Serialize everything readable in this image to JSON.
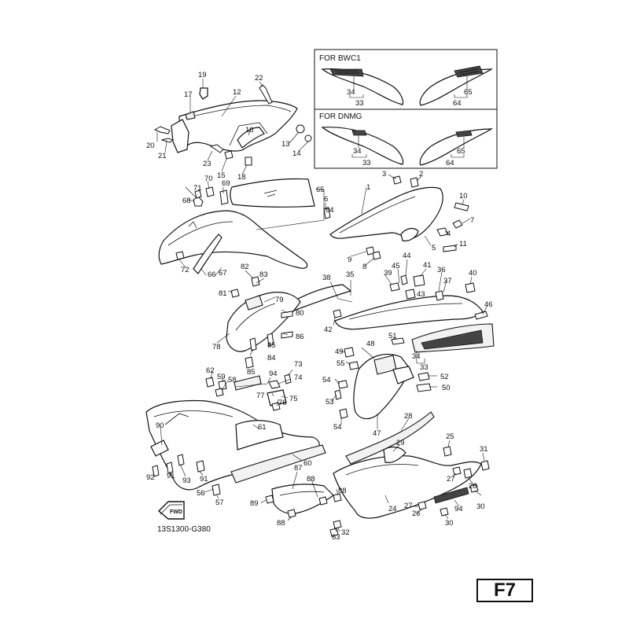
{
  "diagram": {
    "drawing_code": "13S1300-G380",
    "page_id": "F7",
    "fwd_label": "FWD",
    "insets": [
      {
        "title": "FOR BWC1",
        "left_labels": [
          "34",
          "33"
        ],
        "right_labels": [
          "65",
          "64"
        ]
      },
      {
        "title": "FOR DNMG",
        "left_labels": [
          "34",
          "33"
        ],
        "right_labels": [
          "65",
          "64"
        ]
      }
    ],
    "part_numbers": [
      "1",
      "2",
      "3",
      "4",
      "5",
      "6",
      "7",
      "8",
      "9",
      "10",
      "11",
      "12",
      "13",
      "14",
      "15",
      "16",
      "17",
      "18",
      "19",
      "20",
      "21",
      "22",
      "23",
      "24",
      "25",
      "26",
      "27",
      "28",
      "29",
      "30",
      "31",
      "32",
      "33",
      "34",
      "35",
      "36",
      "37",
      "38",
      "39",
      "40",
      "41",
      "42",
      "43",
      "44",
      "45",
      "46",
      "47",
      "48",
      "49",
      "50",
      "51",
      "52",
      "53",
      "54",
      "55",
      "56",
      "57",
      "58",
      "59",
      "60",
      "61",
      "62",
      "63",
      "64",
      "65",
      "66",
      "67",
      "68",
      "69",
      "70",
      "71",
      "72",
      "73",
      "74",
      "75",
      "76",
      "77",
      "78",
      "79",
      "80",
      "81",
      "82",
      "83",
      "84",
      "85",
      "86",
      "87",
      "88",
      "89",
      "90",
      "91",
      "92",
      "93",
      "94"
    ]
  }
}
